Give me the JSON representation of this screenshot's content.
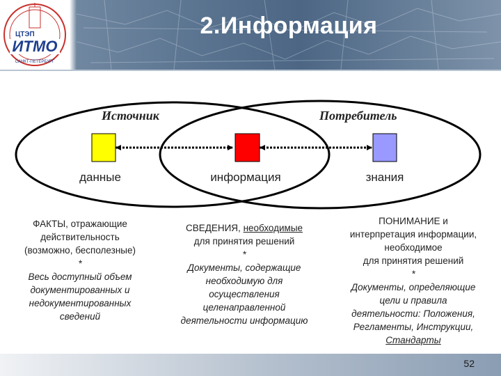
{
  "slide": {
    "title": "2.Информация",
    "page_number": "52"
  },
  "logo": {
    "text": "ИТМО",
    "subtext": "ЦТЭП",
    "arc_text": "САНКТ-ПЕТЕРБУРГ"
  },
  "headings": {
    "source": "Источник",
    "consumer": "Потребитель"
  },
  "nodes": {
    "data": {
      "label": "данные",
      "color": "#ffff00"
    },
    "information": {
      "label": "информация",
      "color": "#ff0000"
    },
    "knowledge": {
      "label": "знания",
      "color": "#9999ff"
    }
  },
  "columns": {
    "left": {
      "l1": "ФАКТЫ, отражающие",
      "l2": "действительность",
      "l3": "(возможно, бесполезные)",
      "l4": "*",
      "l5": "Весь доступный объем",
      "l6": "документированных и",
      "l7": "недокументированных",
      "l8": "сведений"
    },
    "middle": {
      "l1a": "СВЕДЕНИЯ, ",
      "l1b": "необходимые",
      "l2": "для принятия решений",
      "l3": "*",
      "l4": "Документы, содержащие",
      "l5": "необходимую для",
      "l6": "осуществления",
      "l7": "целенаправленной",
      "l8": "деятельности информацию"
    },
    "right": {
      "l1": "ПОНИМАНИЕ и",
      "l2": "интерпретация информации,",
      "l3": "необходимое",
      "l4": "для принятия решений",
      "l5": "*",
      "l6": "Документы, определяющие",
      "l7": "цели и правила",
      "l8": "деятельности: Положения,",
      "l9": "Регламенты, Инструкции,",
      "l10": "Стандарты"
    }
  },
  "colors": {
    "header": "#5e7793",
    "ellipse_stroke": "#000000",
    "arrow": "#000000"
  }
}
